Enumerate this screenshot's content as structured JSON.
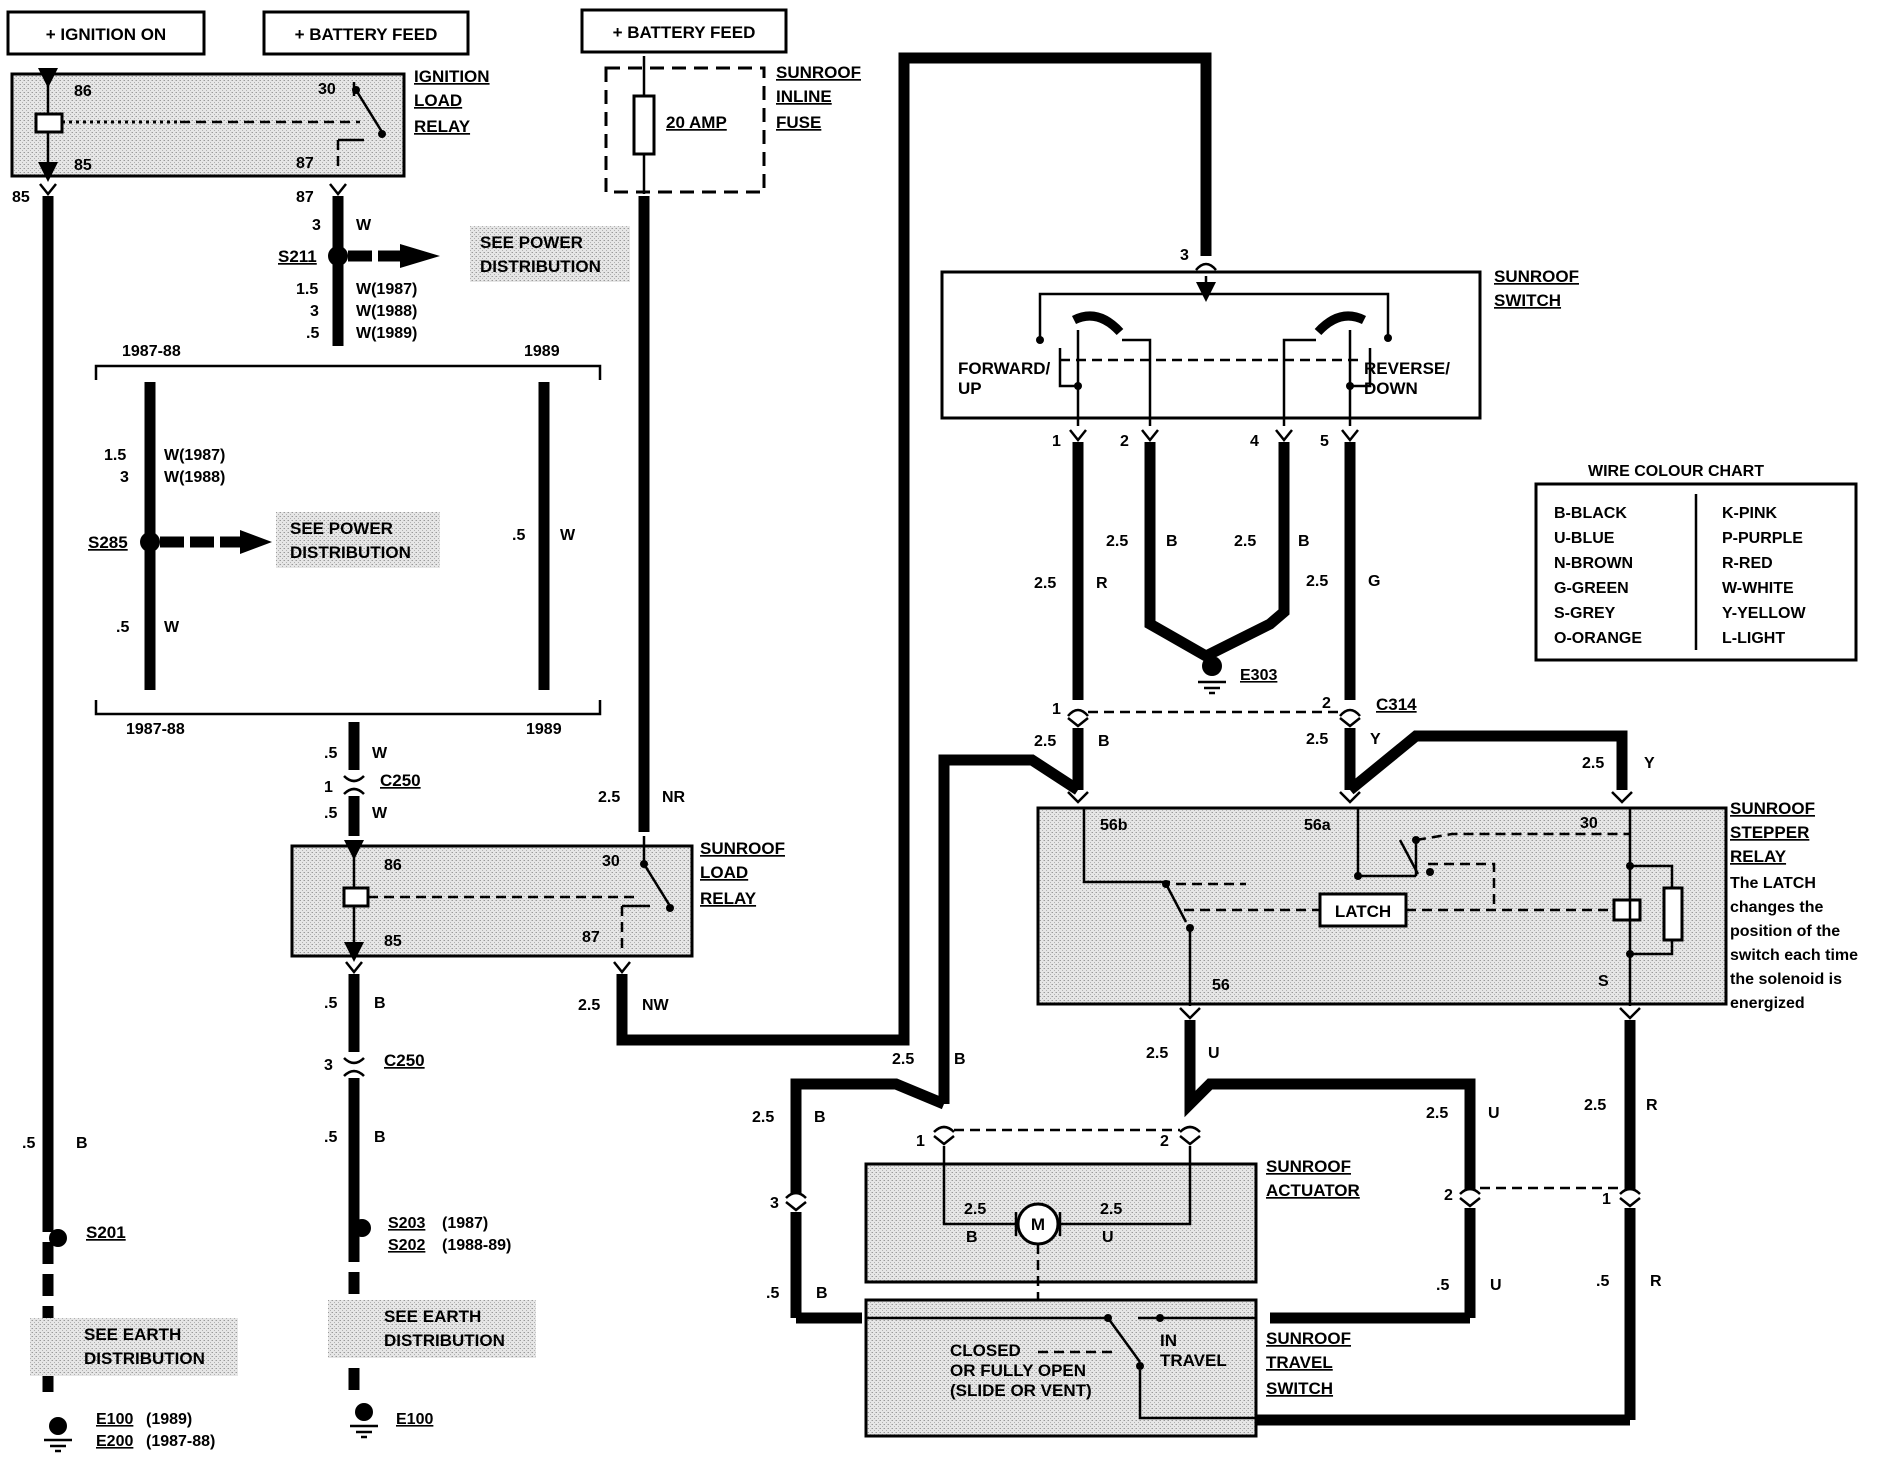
{
  "sources": {
    "ignition_on": "+ IGNITION ON",
    "battery_feed_1": "+ BATTERY FEED",
    "battery_feed_2": "+ BATTERY FEED"
  },
  "ignition_relay": {
    "name_1": "IGNITION",
    "name_2": "LOAD",
    "name_3": "RELAY",
    "pin_86": "86",
    "pin_85": "85",
    "pin_30": "30",
    "pin_87": "87",
    "out_85": "85",
    "out_87": "87"
  },
  "fuse": {
    "name_1": "SUNROOF",
    "name_2": "INLINE",
    "name_3": "FUSE",
    "rating": "20 AMP"
  },
  "splice_s211": {
    "label": "S211",
    "see_1": "SEE POWER",
    "see_2": "DISTRIBUTION",
    "w1_size": "3",
    "w1_color": "W",
    "w2_size_a": "1.5",
    "w2_color_a": "W(1987)",
    "w2_size_b": "3",
    "w2_color_b": "W(1988)",
    "w2_size_c": ".5",
    "w2_color_c": "W(1989)"
  },
  "branch": {
    "year_left_top": "1987-88",
    "year_right_top": "1989",
    "year_left_bot": "1987-88",
    "year_right_bot": "1989",
    "left_size_a": "1.5",
    "left_color_a": "W(1987)",
    "left_size_b": "3",
    "left_color_b": "W(1988)",
    "left_lower_size": ".5",
    "left_lower_color": "W",
    "right_size": ".5",
    "right_color": "W",
    "splice": "S285",
    "see_1": "SEE POWER",
    "see_2": "DISTRIBUTION"
  },
  "c250_upper": {
    "size_top": ".5",
    "color_top": "W",
    "pin": "1",
    "label": "C250",
    "size_bot": ".5",
    "color_bot": "W"
  },
  "sunroof_load_relay": {
    "name_1": "SUNROOF",
    "name_2": "LOAD",
    "name_3": "RELAY",
    "pin_86": "86",
    "pin_85": "85",
    "pin_30": "30",
    "pin_87": "87",
    "feed_size": "2.5",
    "feed_color": "NR",
    "out_size": "2.5",
    "out_color": "NW"
  },
  "earth_left": {
    "size": ".5",
    "color": "B",
    "splice": "S201",
    "see_1": "SEE EARTH",
    "see_2": "DISTRIBUTION",
    "ground_1": "E100",
    "ground_1_note": "(1989)",
    "ground_2": "E200",
    "ground_2_note": "(1987-88)"
  },
  "earth_mid": {
    "size_a": ".5",
    "color_a": "B",
    "pin": "3",
    "conn": "C250",
    "size_b": ".5",
    "color_b": "B",
    "splice_1": "S203",
    "splice_1_note": "(1987)",
    "splice_2": "S202",
    "splice_2_note": "(1988-89)",
    "see_1": "SEE EARTH",
    "see_2": "DISTRIBUTION",
    "ground": "E100"
  },
  "sunroof_switch": {
    "name_1": "SUNROOF",
    "name_2": "SWITCH",
    "pos_left_1": "FORWARD/",
    "pos_left_2": "UP",
    "pos_right_1": "REVERSE/",
    "pos_right_2": "DOWN",
    "pin_3": "3",
    "pin_1": "1",
    "pin_2": "2",
    "pin_4": "4",
    "pin_5": "5"
  },
  "switch_wires": {
    "p1_size": "2.5",
    "p1_color": "R",
    "p2_size": "2.5",
    "p2_color": "B",
    "p4_size": "2.5",
    "p4_color": "B",
    "p5_size": "2.5",
    "p5_color": "G",
    "ground": "E303"
  },
  "c314": {
    "label": "C314",
    "pin_1": "1",
    "pin_2": "2",
    "size_1": "2.5",
    "color_1": "B",
    "size_2": "2.5",
    "color_2": "Y",
    "size_3": "2.5",
    "color_3": "Y"
  },
  "wire_colour_chart": {
    "title": "WIRE COLOUR CHART",
    "left": [
      "B-BLACK",
      "U-BLUE",
      "N-BROWN",
      "G-GREEN",
      "S-GREY",
      "O-ORANGE"
    ],
    "right": [
      "K-PINK",
      "P-PURPLE",
      "R-RED",
      "W-WHITE",
      "Y-YELLOW",
      "L-LIGHT"
    ]
  },
  "stepper_relay": {
    "name_1": "SUNROOF",
    "name_2": "STEPPER",
    "name_3": "RELAY",
    "note_1": "The LATCH",
    "note_2": "changes the",
    "note_3": "position of the",
    "note_4": "switch each time",
    "note_5": "the solenoid is",
    "note_6": "energized",
    "latch": "LATCH",
    "pin_56b": "56b",
    "pin_56a": "56a",
    "pin_30": "30",
    "pin_56": "56",
    "pin_s": "S"
  },
  "actuator": {
    "name_1": "SUNROOF",
    "name_2": "ACTUATOR",
    "motor": "M",
    "pin_1": "1",
    "pin_2": "2",
    "in_b_size": "2.5",
    "in_b_color": "B",
    "in_u_size": "2.5",
    "in_u_color": "U",
    "left_size": "2.5",
    "left_color": "B",
    "right_size": "2.5",
    "right_color": "U",
    "m_left_size": "2.5",
    "m_left_color": "B",
    "m_right_size": "2.5",
    "m_right_color": "U",
    "relay_s_size": "2.5",
    "relay_s_color": "R"
  },
  "travel_switch": {
    "name_1": "SUNROOF",
    "name_2": "TRAVEL",
    "name_3": "SWITCH",
    "pos_1a": "CLOSED",
    "pos_1b": "OR FULLY OPEN",
    "pos_1c": "(SLIDE OR VENT)",
    "pos_2a": "IN",
    "pos_2b": "TRAVEL",
    "pin_3": "3",
    "pin_2": "2",
    "pin_1": "1",
    "b_size": ".5",
    "b_color": "B",
    "u_size": ".5",
    "u_color": "U",
    "r_size": ".5",
    "r_color": "R"
  }
}
